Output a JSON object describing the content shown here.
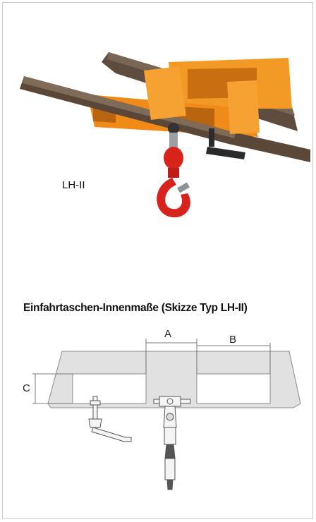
{
  "product": {
    "label": "LH-II"
  },
  "section": {
    "heading": "Einfahrtaschen-Innenmaße (Skizze Typ LH-II)"
  },
  "sketch": {
    "dim_a": "A",
    "dim_b": "B",
    "dim_c": "C"
  },
  "colors": {
    "beam_orange": "#f28c1c",
    "hook_red": "#d8231d",
    "fork_steel": "#6b5a4a",
    "sketch_fill": "#e1e1e1"
  }
}
